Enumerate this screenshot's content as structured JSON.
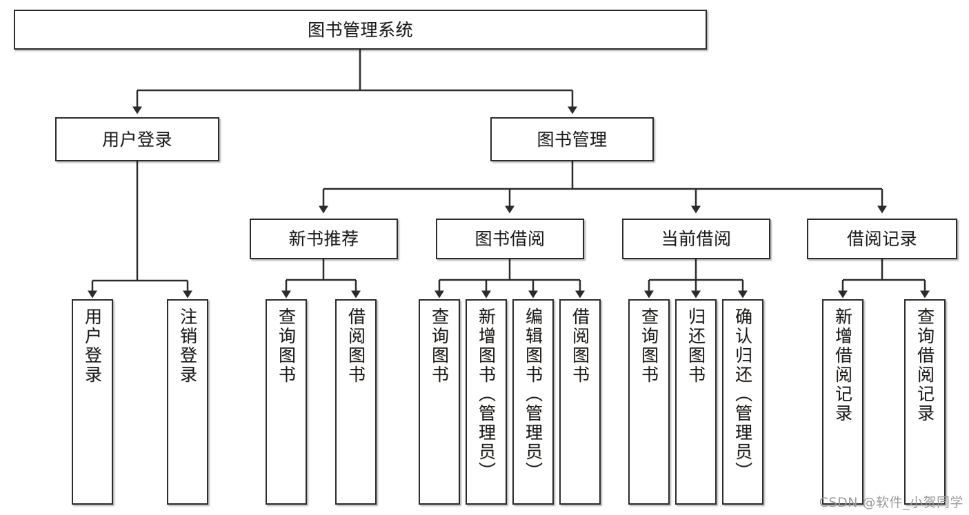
{
  "diagram": {
    "title": "图书管理系统",
    "watermark": "CSDN @软件_小贺同学",
    "colors": {
      "box_border": "#2b2b2b",
      "box_fill": "#ffffff",
      "line": "#2b2b2b",
      "text": "#1a1a1a",
      "watermark": "#9a9a9a",
      "background": "#ffffff"
    },
    "nodes": {
      "root": {
        "label": "图书管理系统"
      },
      "level2": [
        {
          "id": "user-login",
          "label": "用户登录"
        },
        {
          "id": "book-manage",
          "label": "图书管理"
        }
      ],
      "level3": [
        {
          "id": "new-book-recommend",
          "label": "新书推荐"
        },
        {
          "id": "book-borrow",
          "label": "图书借阅"
        },
        {
          "id": "current-borrow",
          "label": "当前借阅"
        },
        {
          "id": "borrow-record",
          "label": "借阅记录"
        }
      ],
      "leaves": {
        "user-login": [
          {
            "id": "leaf-user-login",
            "label": "用户登录"
          },
          {
            "id": "leaf-logout-login",
            "label": "注销登录"
          }
        ],
        "new-book-recommend": [
          {
            "id": "leaf-query-book-1",
            "label": "查询图书"
          },
          {
            "id": "leaf-borrow-book-1",
            "label": "借阅图书"
          }
        ],
        "book-borrow": [
          {
            "id": "leaf-query-book-2",
            "label": "查询图书"
          },
          {
            "id": "leaf-add-book",
            "label": "新增图书（管理员）"
          },
          {
            "id": "leaf-edit-book",
            "label": "编辑图书（管理员）"
          },
          {
            "id": "leaf-borrow-book-2",
            "label": "借阅图书"
          }
        ],
        "current-borrow": [
          {
            "id": "leaf-query-book-3",
            "label": "查询图书"
          },
          {
            "id": "leaf-return-book",
            "label": "归还图书"
          },
          {
            "id": "leaf-confirm-return",
            "label": "确认归还（管理员）"
          }
        ],
        "borrow-record": [
          {
            "id": "leaf-add-borrow-record",
            "label": "新增借阅记录"
          },
          {
            "id": "leaf-query-borrow-record",
            "label": "查询借阅记录"
          }
        ]
      }
    }
  }
}
